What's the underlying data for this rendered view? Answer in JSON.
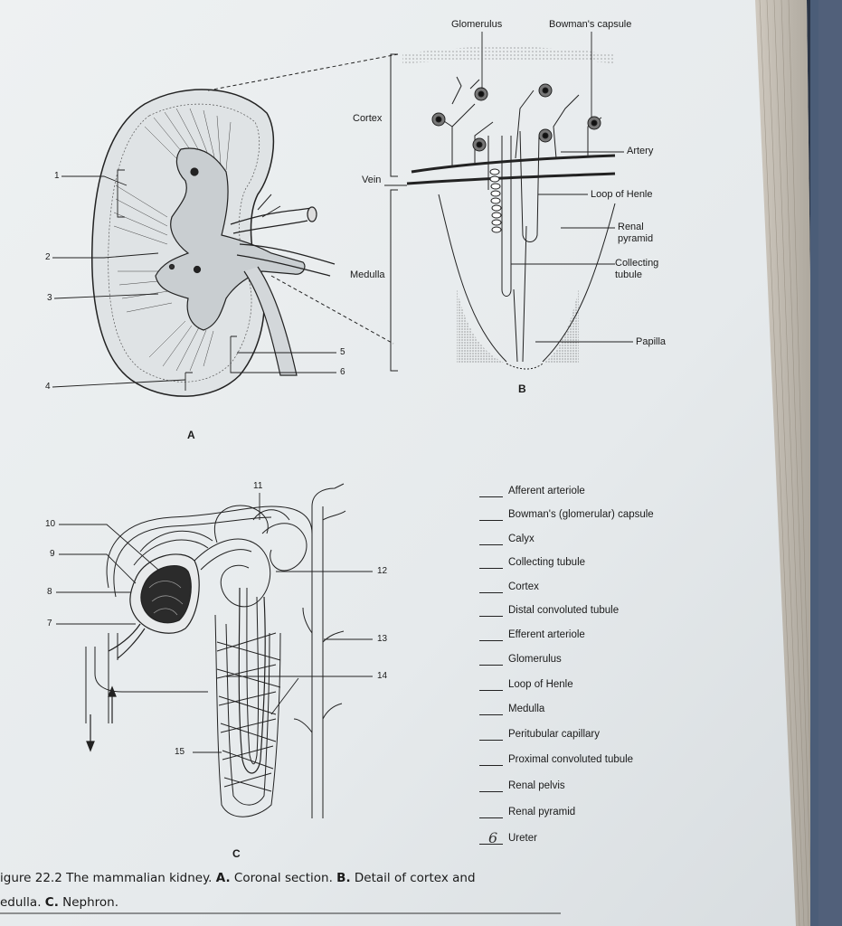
{
  "figure": {
    "panel_labels": {
      "a": "A",
      "b": "B",
      "c": "C"
    },
    "panel_b_labels": {
      "glomerulus": "Glomerulus",
      "bowmans_capsule": "Bowman's capsule",
      "cortex": "Cortex",
      "artery": "Artery",
      "vein": "Vein",
      "loop_of_henle": "Loop of Henle",
      "renal_pyramid": "Renal pyramid",
      "medulla": "Medulla",
      "collecting_tubule": "Collecting tubule",
      "papilla": "Papilla"
    },
    "panel_a_numbers": [
      "1",
      "2",
      "3",
      "4",
      "5",
      "6"
    ],
    "panel_c_numbers": [
      "7",
      "8",
      "9",
      "10",
      "11",
      "12",
      "13",
      "14",
      "15"
    ],
    "answer_list": [
      {
        "term": "Afferent arteriole",
        "answer": ""
      },
      {
        "term": "Bowman's (glomerular) capsule",
        "answer": ""
      },
      {
        "term": "Calyx",
        "answer": ""
      },
      {
        "term": "Collecting tubule",
        "answer": ""
      },
      {
        "term": "Cortex",
        "answer": ""
      },
      {
        "term": "Distal convoluted tubule",
        "answer": ""
      },
      {
        "term": "Efferent arteriole",
        "answer": ""
      },
      {
        "term": "Glomerulus",
        "answer": ""
      },
      {
        "term": "Loop of Henle",
        "answer": ""
      },
      {
        "term": "Medulla",
        "answer": ""
      },
      {
        "term": "Peritubular capillary",
        "answer": ""
      },
      {
        "term": "Proximal convoluted tubule",
        "answer": ""
      },
      {
        "term": "Renal pelvis",
        "answer": ""
      },
      {
        "term": "Renal pyramid",
        "answer": ""
      },
      {
        "term": "Ureter",
        "answer": "6"
      }
    ],
    "caption": {
      "prefix": "igure 22.2",
      "title": "The mammalian kidney.",
      "a_key": "A.",
      "a_text": "Coronal section.",
      "b_key": "B.",
      "b_text": "Detail of cortex and",
      "line2_prefix": "edulla.",
      "c_key": "C.",
      "c_text": "Nephron."
    }
  }
}
